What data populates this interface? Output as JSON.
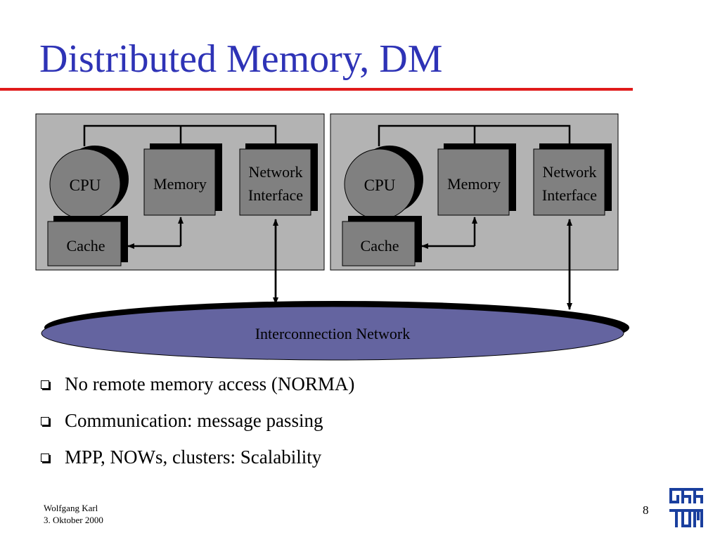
{
  "slide": {
    "title": "Distributed Memory, DM",
    "footer_author": "Wolfgang Karl",
    "footer_date": "3. Oktober 2000",
    "page_number": "8"
  },
  "diagram": {
    "nodes": [
      {
        "cpu": "CPU",
        "memory": "Memory",
        "network_line1": "Network",
        "network_line2": "Interface",
        "cache": "Cache"
      },
      {
        "cpu": "CPU",
        "memory": "Memory",
        "network_line1": "Network",
        "network_line2": "Interface",
        "cache": "Cache"
      }
    ],
    "interconnect": "Interconnection Network"
  },
  "bullets": [
    "No remote memory access (NORMA)",
    "Communication: message passing",
    "MPP, NOWs, clusters: Scalability"
  ],
  "colors": {
    "title": "#2e33b6",
    "rule": "#e01b1b",
    "node_panel": "#b3b3b3",
    "component": "#808080",
    "network_ellipse": "#6464a0",
    "logo": "#1a3f9e"
  },
  "logo": {
    "icon": "tum-logo-icon"
  }
}
